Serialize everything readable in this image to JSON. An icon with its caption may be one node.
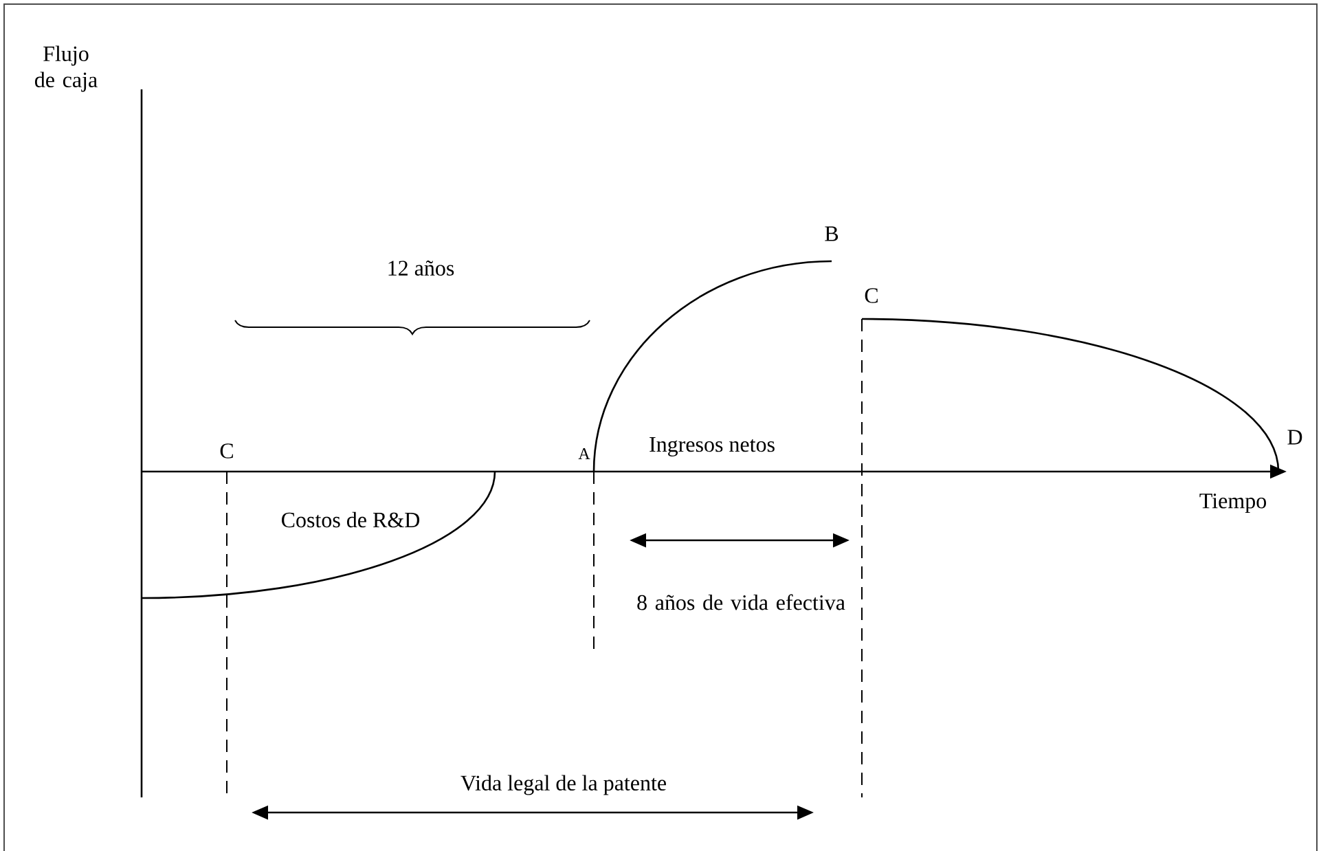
{
  "diagram": {
    "labels": [
      "Flujo de caja",
      "B",
      "C",
      "12 años",
      "C",
      "A",
      "Ingresos netos",
      "D",
      "Tiempo",
      "Costos de R&D",
      "8 años de vida efectiva",
      "Vida legal de la patente"
    ]
  }
}
